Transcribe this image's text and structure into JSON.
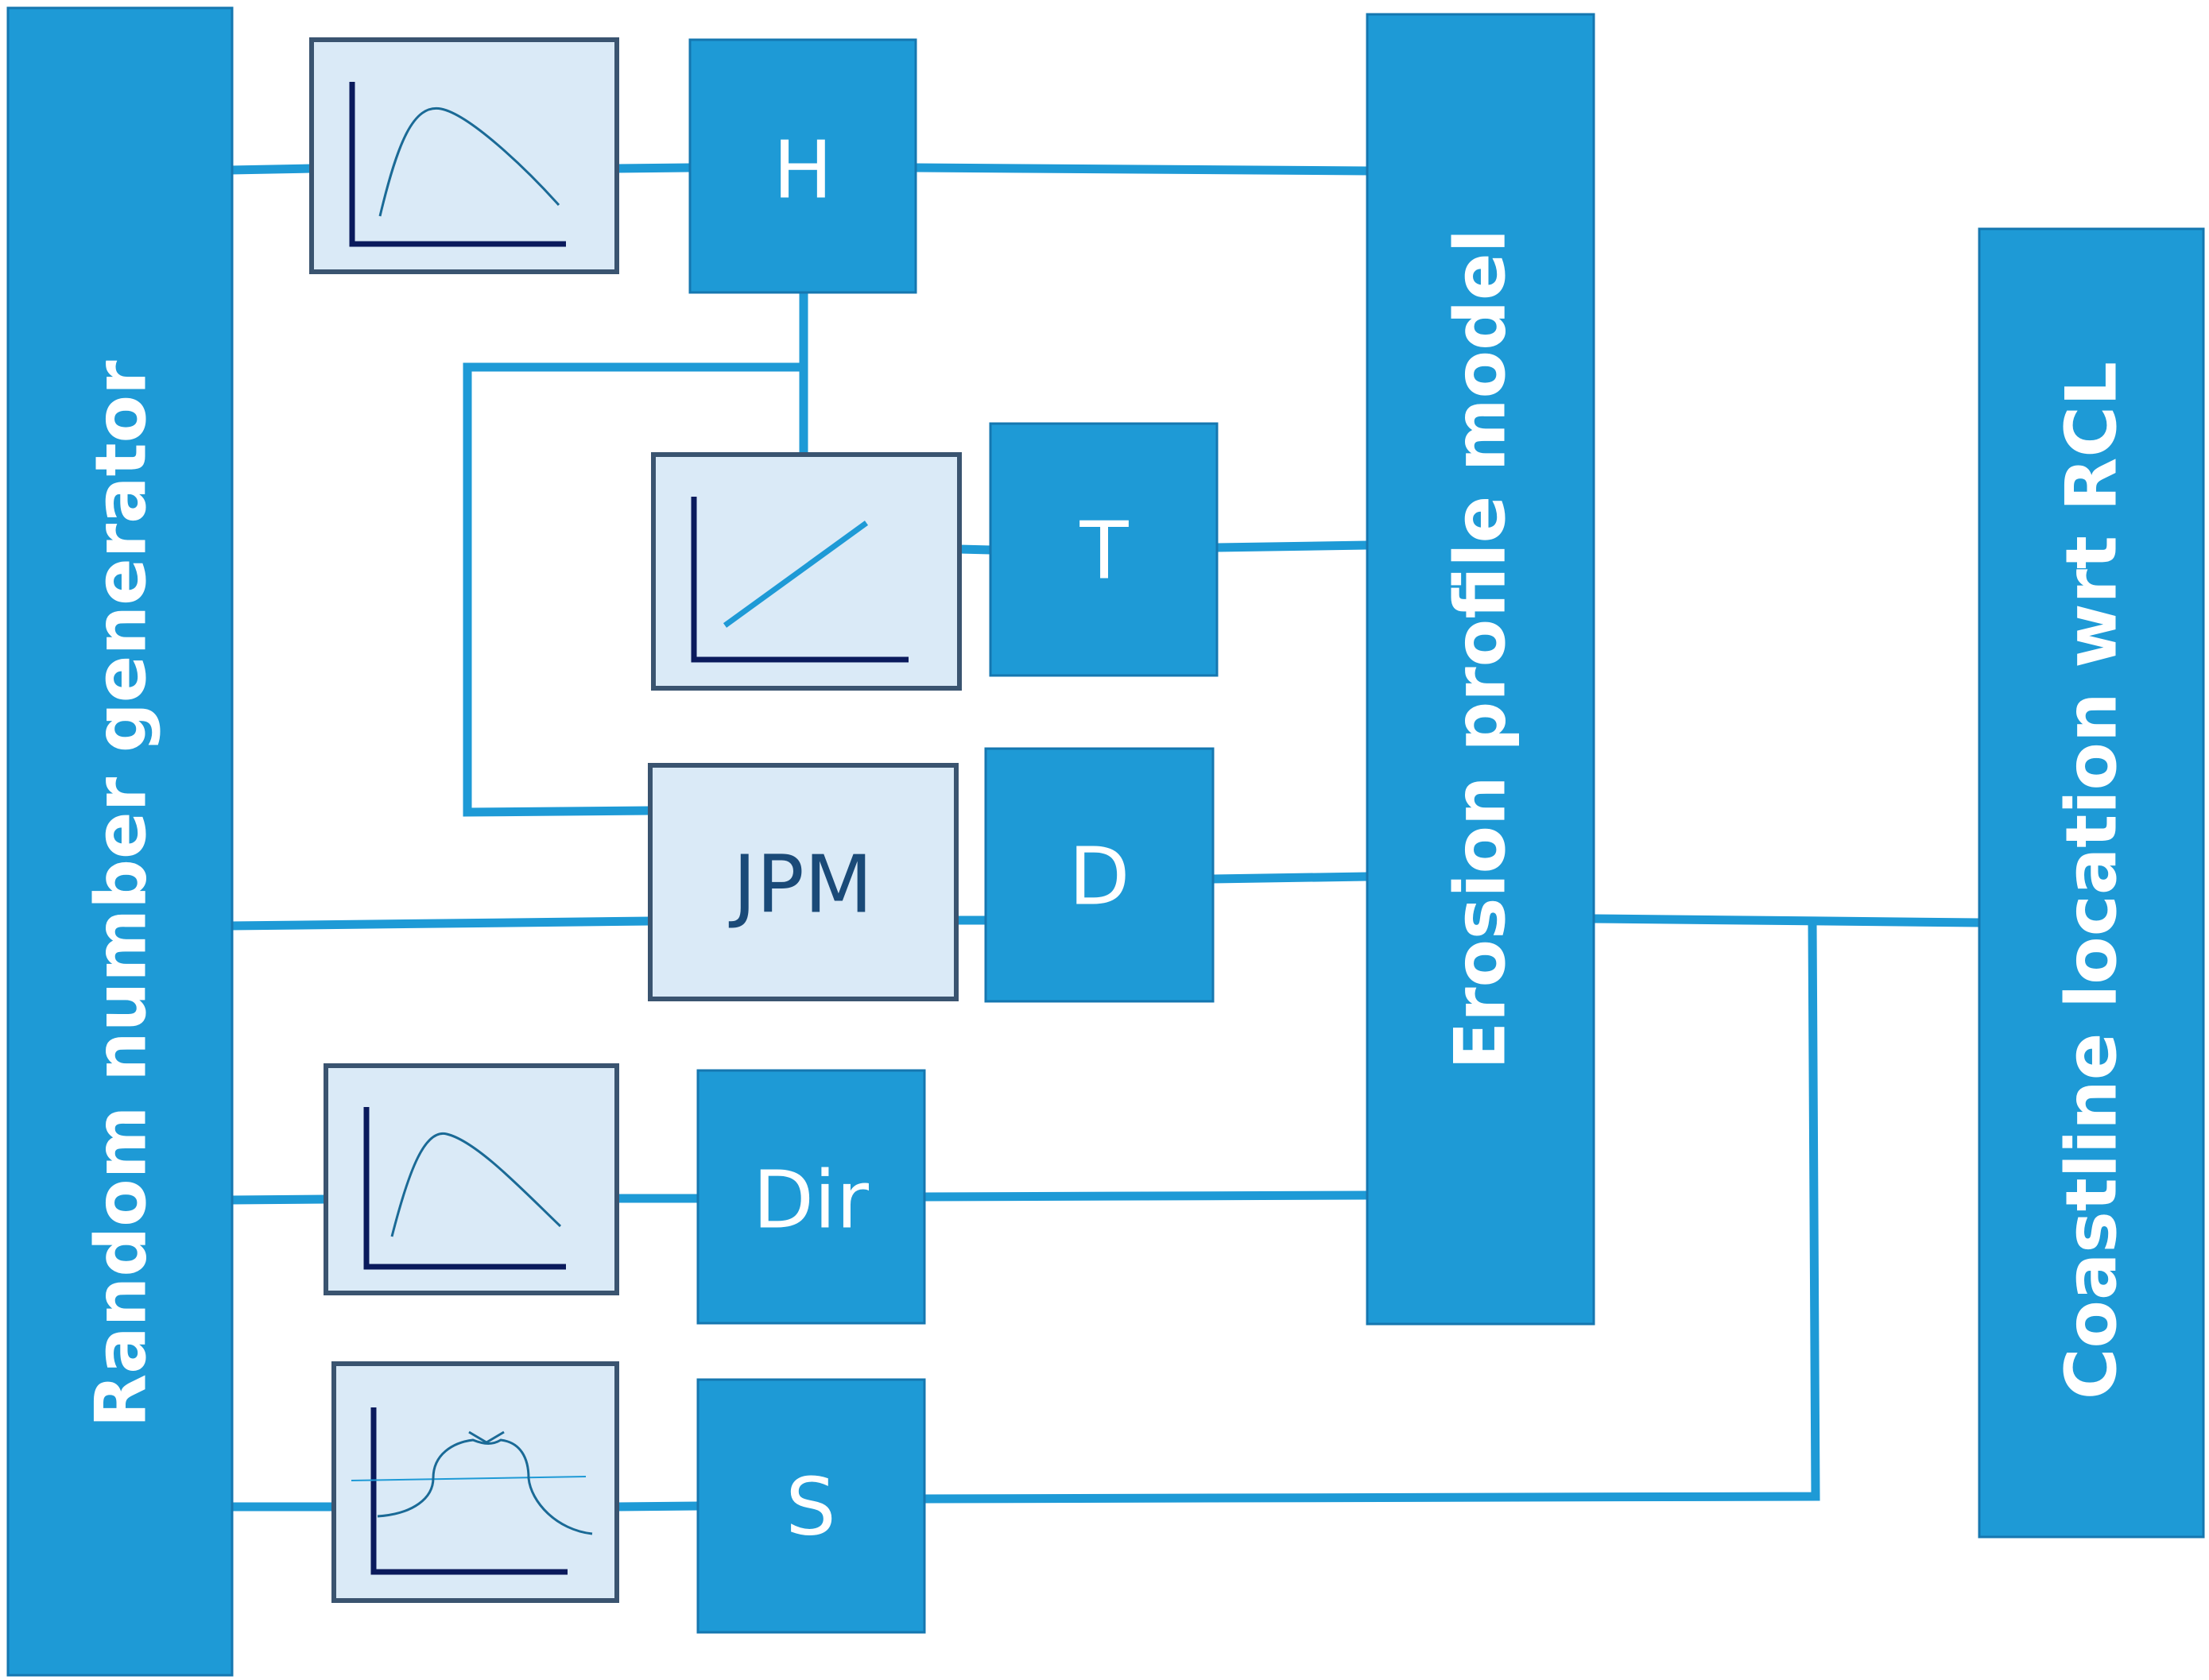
{
  "diagram": {
    "random_number_generator": "Random number  generator",
    "erosion_profile_model": "Erosion profile model",
    "coastline_location": "Coastline location wrt RCL",
    "variables": {
      "h": "H",
      "t": "T",
      "jpm": "JPM",
      "d": "D",
      "dir": "Dir",
      "s": "S"
    },
    "colors": {
      "box_fill": "#1e9ad6",
      "graph_fill": "#daeaf7",
      "graph_border": "#3a5470",
      "axis": "#0a1a5c",
      "jpm_text": "#1a4a78"
    }
  }
}
